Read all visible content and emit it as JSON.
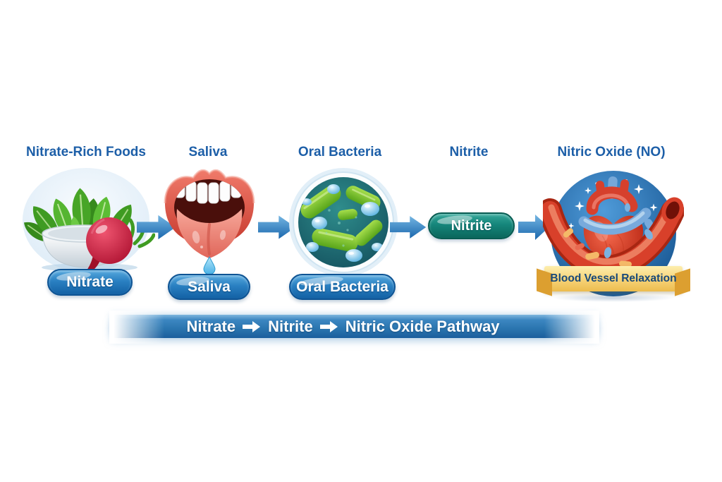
{
  "title": "Nitrate to Nitrite to Nitric Oxide pathway infographic",
  "stages": [
    {
      "heading": "Nitrate-Rich Foods",
      "pill": "Nitrate",
      "icon": "salad-bowl-icon"
    },
    {
      "heading": "Saliva",
      "pill": "Saliva",
      "icon": "mouth-icon"
    },
    {
      "heading": "Oral Bacteria",
      "pill": "Oral Bacteria",
      "icon": "bacteria-icon"
    },
    {
      "heading": "Nitrite",
      "pill": "Nitrite",
      "icon": "nitrite-pill"
    },
    {
      "heading": "Nitric Oxide (NO)",
      "pill": "Blood Vessel Relaxation",
      "icon": "heart-vessel-icon"
    }
  ],
  "banner": {
    "parts": [
      "Nitrate",
      "Nitrite",
      "Nitric Oxide Pathway"
    ]
  },
  "colors": {
    "heading_blue": "#1d5fa8",
    "pill_blue": "#2a80c2",
    "pill_teal": "#15857a",
    "arrow_blue": "#2e7fc0",
    "banner_blue": "#2a75af",
    "ribbon_yellow": "#f6d276",
    "ribbon_text": "#17497a"
  }
}
